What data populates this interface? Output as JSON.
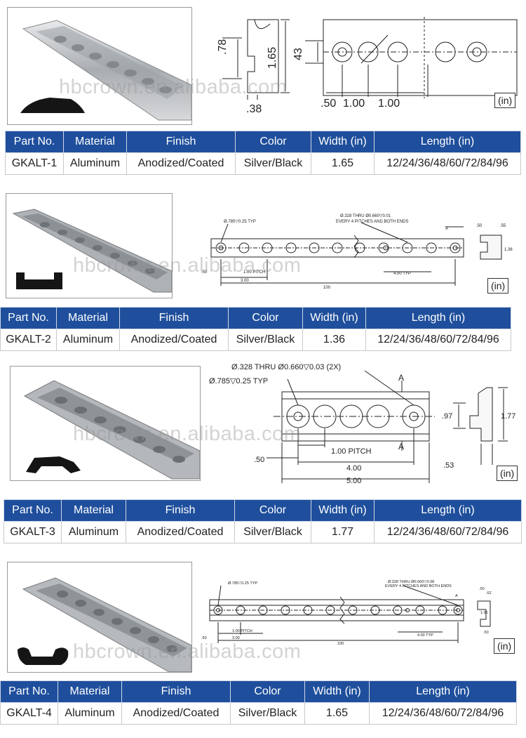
{
  "watermark": "hbcrown.en.alibaba.com",
  "unit_label": "(in)",
  "table_headers": [
    "Part No.",
    "Material",
    "Finish",
    "Color",
    "Width (in)",
    "Length (in)"
  ],
  "colors": {
    "header_bg": "#1f4f9c",
    "header_text": "#ffffff",
    "rail_silver": "#b8bcc0",
    "profile_black": "#151515"
  },
  "products": [
    {
      "row": [
        "GKALT-1",
        "Aluminum",
        "Anodized/Coated",
        "Silver/Black",
        "1.65",
        "12/24/36/48/60/72/84/96"
      ],
      "dims": {
        "a": ".78",
        "b": "1.65",
        "c": ".38",
        "d": "43",
        "e": ".50",
        "f": "1.00",
        "g": "1.00"
      }
    },
    {
      "row": [
        "GKALT-2",
        "Aluminum",
        "Anodized/Coated",
        "Silver/Black",
        "1.36",
        "12/24/36/48/60/72/84/96"
      ],
      "dims": {
        "hole": "Ø.785▽0.25 TYP",
        "thru1": "Ø.328 THRU Ø0.660▽0.01",
        "thru2": "EVERY 4 PITCHES AND BOTH ENDS",
        "a": "A",
        "w1": ".50",
        "w2": ".55",
        "h": "1.36",
        "p1": ".50",
        "p2": "1.00 PITCH",
        "p3": "3.00",
        "p4": "4.00 TYP",
        "len": "100"
      }
    },
    {
      "row": [
        "GKALT-3",
        "Aluminum",
        "Anodized/Coated",
        "Silver/Black",
        "1.77",
        "12/24/36/48/60/72/84/96"
      ],
      "dims": {
        "thru": "Ø.328 THRU Ø0.660▽0.03 (2X)",
        "hole": "Ø.785▽0.25 TYP",
        "a": "A",
        "pitch": "1.00 PITCH",
        "d1": ".50",
        "d2": "4.00",
        "d3": "5.00",
        "p1": ".97",
        "p2": "1.77",
        "p3": ".53"
      }
    },
    {
      "row": [
        "GKALT-4",
        "Aluminum",
        "Anodized/Coated",
        "Silver/Black",
        "1.65",
        "12/24/36/48/60/72/84/96"
      ],
      "dims": {
        "hole": "Ø.785▽0.25 TYP",
        "thru1": "Ø.328 THRU Ø0.660▽0.08",
        "thru2": "EVERY 4 PITCHES AND BOTH ENDS",
        "a": "A",
        "w1": ".50",
        "w2": ".62",
        "h": "1.96",
        "p1": ".50",
        "p2": "1.00 PITCH",
        "p3": "3.00",
        "p4": "4.00 TYP",
        "len": "100",
        "b": ".50"
      }
    }
  ]
}
